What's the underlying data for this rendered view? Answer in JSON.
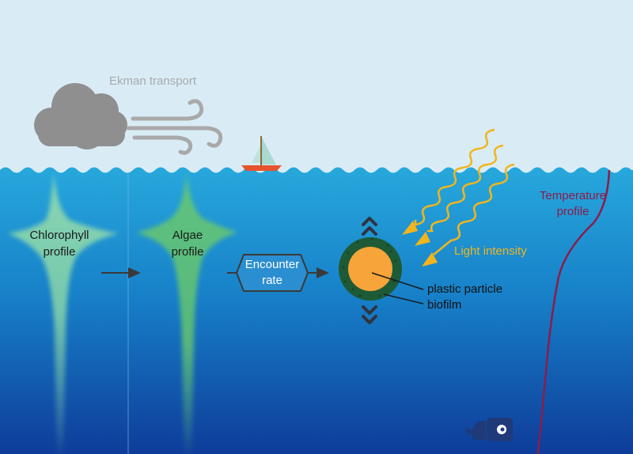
{
  "labels": {
    "ekman": "Ekman transport",
    "chlorophyll_line1": "Chlorophyll",
    "chlorophyll_line2": "profile",
    "algae_line1": "Algae",
    "algae_line2": "profile",
    "encounter_line1": "Encounter",
    "encounter_line2": "rate",
    "light": "Light intensity",
    "plastic": "plastic particle",
    "biofilm": "biofilm",
    "temperature_line1": "Temperature",
    "temperature_line2": "profile"
  },
  "colors": {
    "sky": "#d9ecf6",
    "sea_top": "#25a7db",
    "sea_bottom": "#0e3f9e",
    "cloud": "#909090",
    "wind": "#a8a8a8",
    "chlorophyll": "#8ed3a8",
    "algae": "#5fbf73",
    "arrow": "#3a3a3a",
    "biofilm": "#1d5a35",
    "plastic": "#f7a43a",
    "light": "#f2b51c",
    "light_text": "#f2b51c",
    "temperature": "#8c1c4a",
    "ekman_text": "#a9a9a9",
    "boat_hull": "#e5542d",
    "sail": "#a9d9cf"
  },
  "icons": [
    "cloud-icon",
    "wind-icon",
    "sailboat-icon",
    "sun-ray-icon",
    "chevron-up-icon",
    "chevron-down-icon",
    "whale-logo-icon"
  ]
}
